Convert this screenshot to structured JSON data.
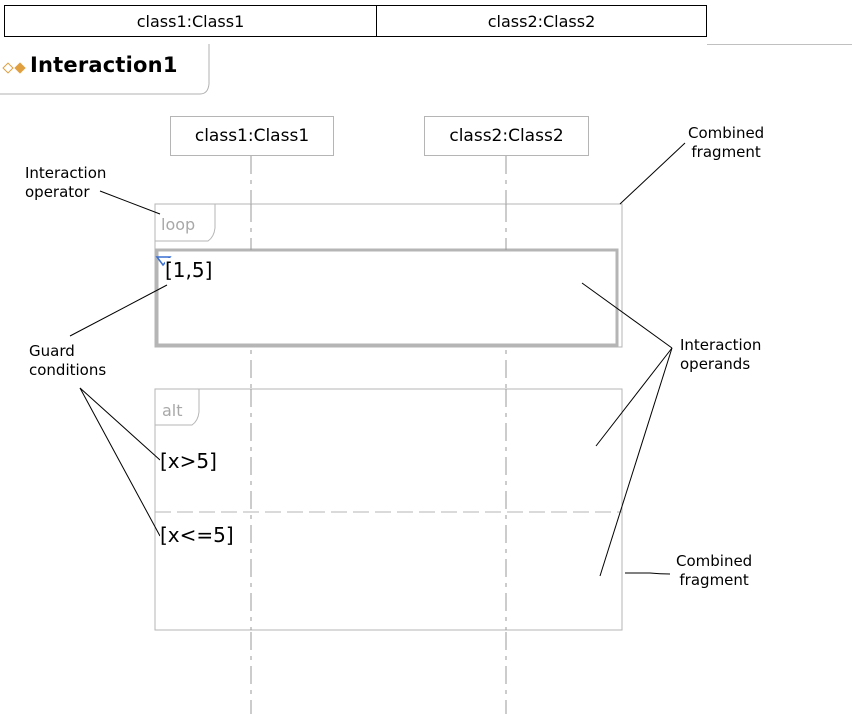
{
  "header": {
    "lifeline1": "class1:Class1",
    "lifeline2": "class2:Class2"
  },
  "interaction": {
    "name": "Interaction1"
  },
  "lifelines": [
    {
      "label": "class1:Class1"
    },
    {
      "label": "class2:Class2"
    }
  ],
  "fragments": {
    "loop": {
      "operator": "loop",
      "guard": "[1,5]"
    },
    "alt": {
      "operator": "alt",
      "guard1": "[x>5]",
      "guard2": "[x<=5]"
    }
  },
  "annotations": {
    "combined_fragment_top": [
      "Combined",
      "fragment"
    ],
    "interaction_operator": [
      "Interaction",
      "operator"
    ],
    "guard_conditions": [
      "Guard",
      "conditions"
    ],
    "interaction_operands": [
      "Interaction",
      "operands"
    ],
    "combined_fragment_bottom": [
      "Combined",
      "fragment"
    ]
  },
  "colors": {
    "frame": "#b5b5b5",
    "leader": "#000000",
    "icon": "#e0a040",
    "selection_marker": "#3a6fd0"
  }
}
